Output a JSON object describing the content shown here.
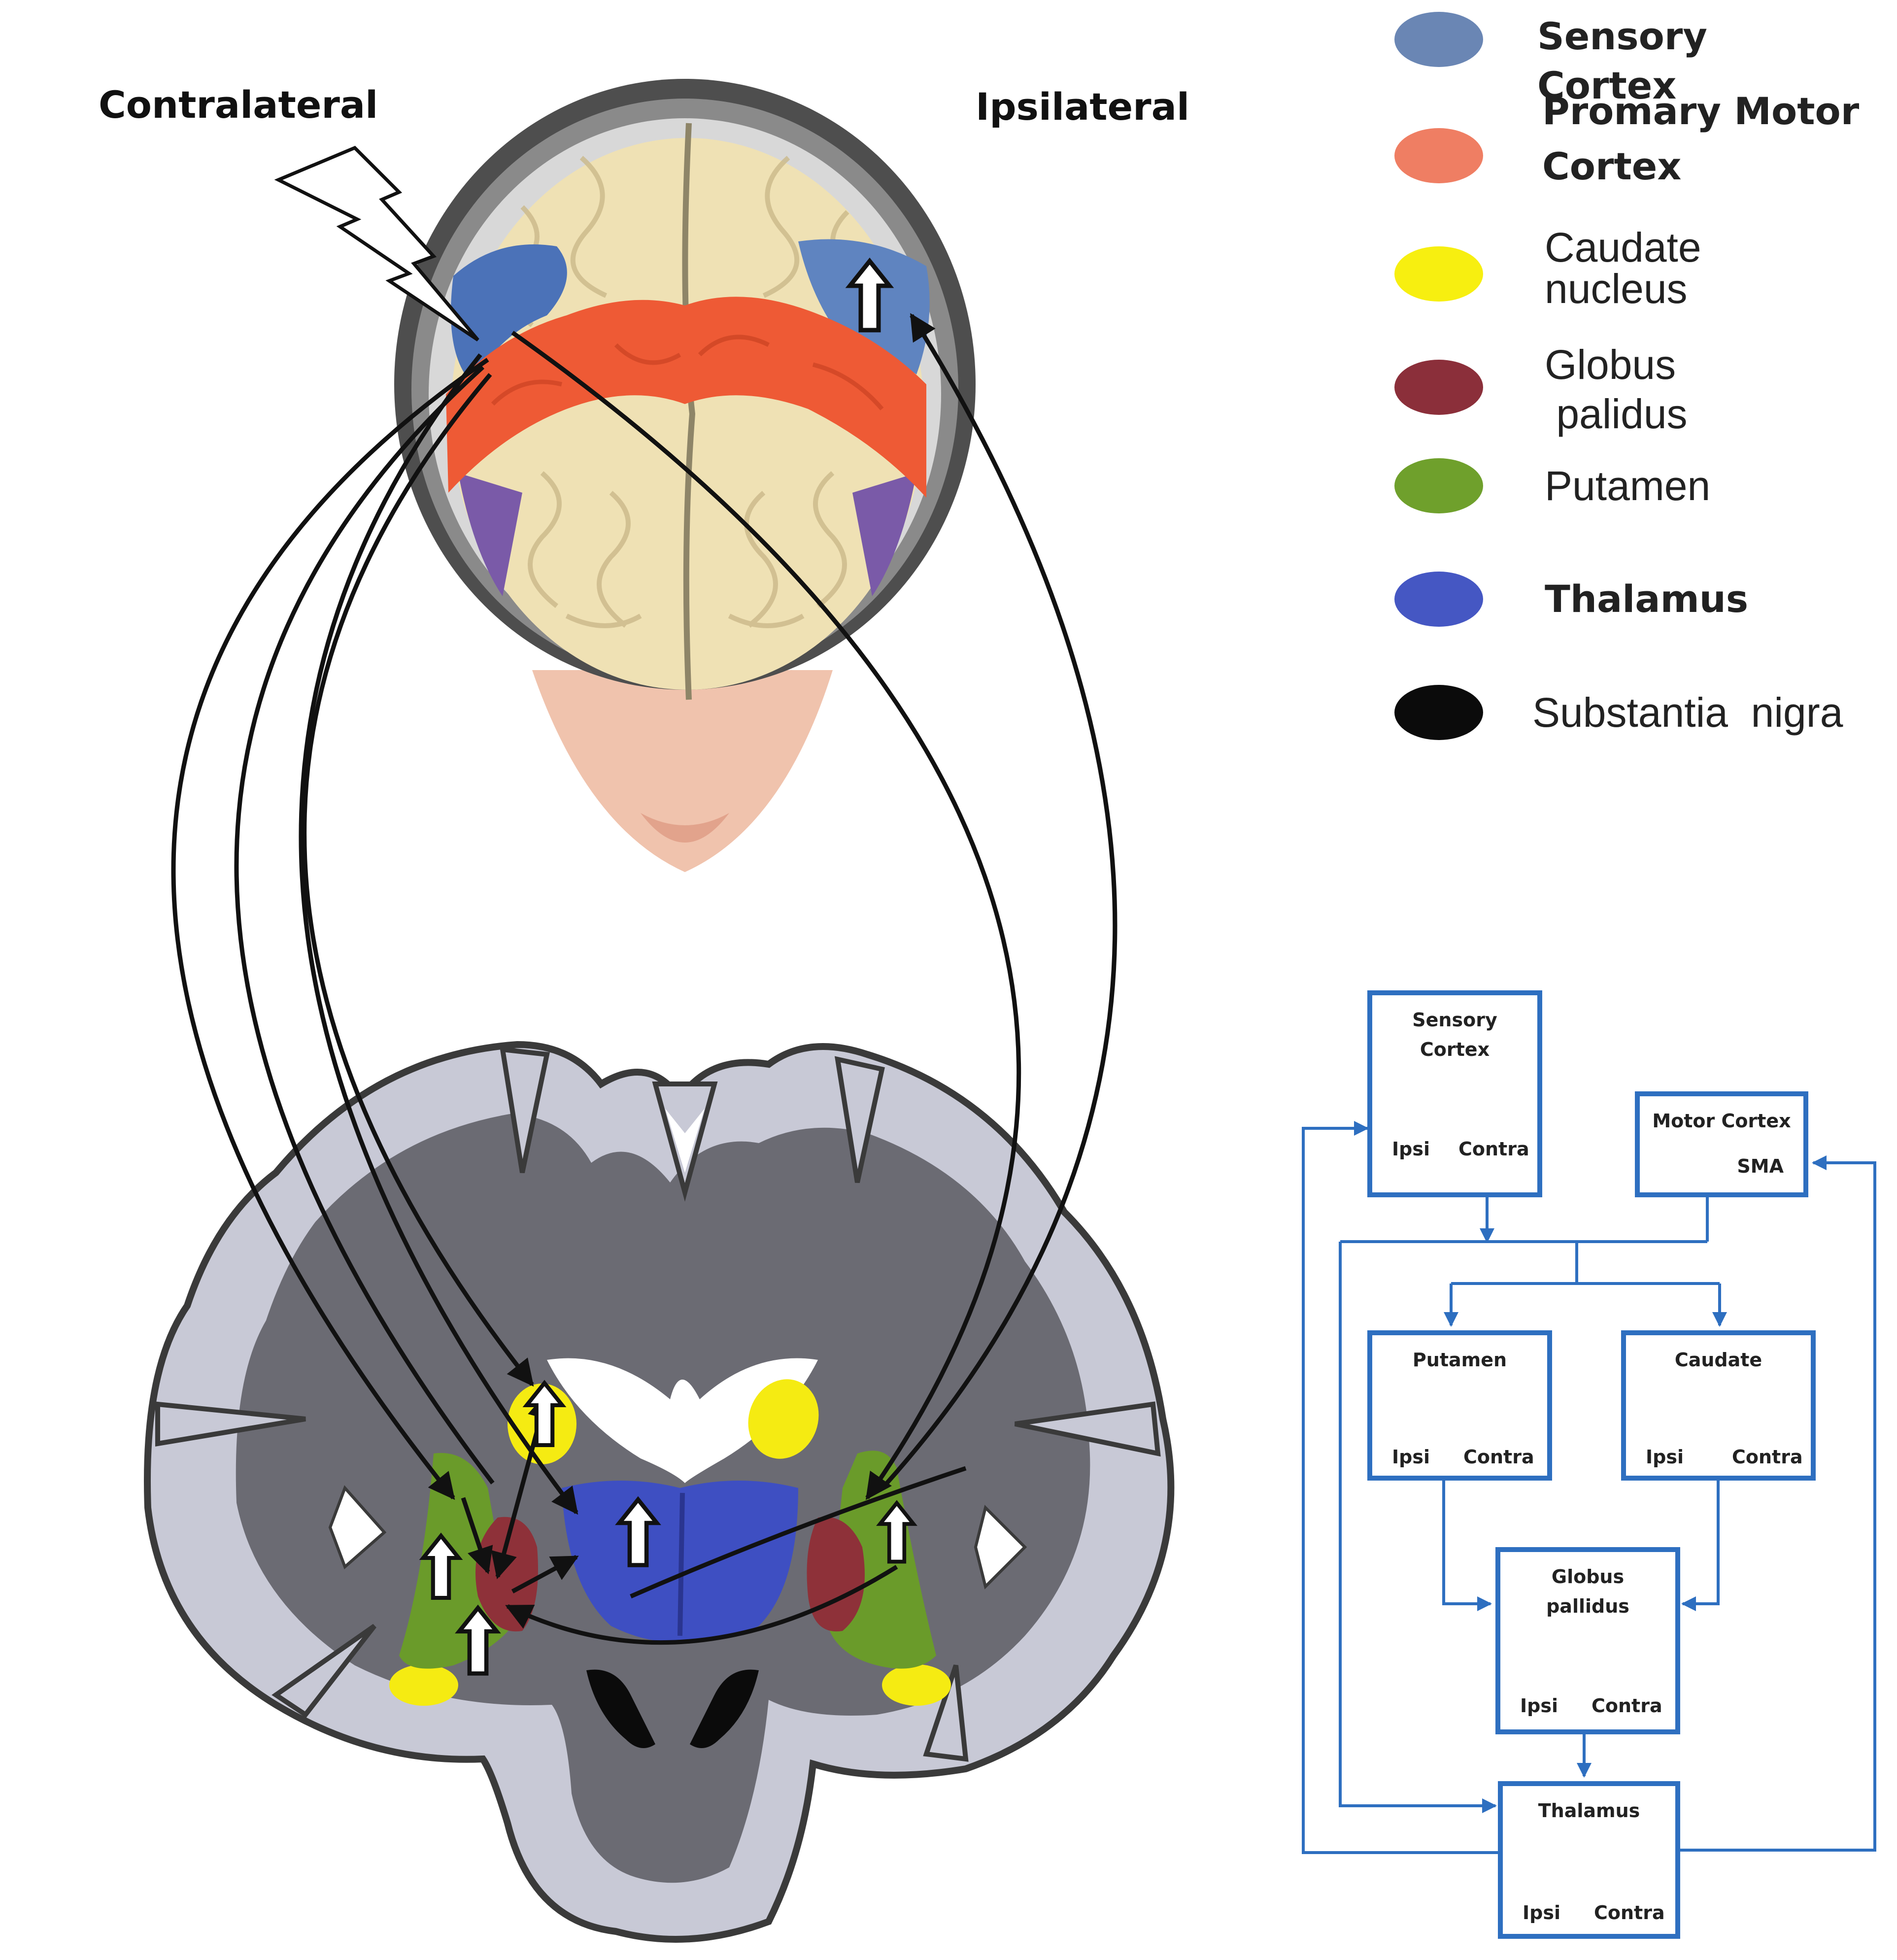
{
  "labels": {
    "contralateral": "Contralateral",
    "ipsilateral": "Ipsilateral"
  },
  "legend": [
    {
      "label": "Sensory Cortex",
      "color": "#6a86b4",
      "style": "bold"
    },
    {
      "label": "Promary Motor\nCortex",
      "color": "#ef7e63",
      "style": "bold"
    },
    {
      "label": "Caudate\nnucleus",
      "color": "#f7ef10",
      "style": "normal"
    },
    {
      "label": "Globus\n palidus",
      "color": "#8b2f3a",
      "style": "normal"
    },
    {
      "label": "Putamen",
      "color": "#6fa02c",
      "style": "normal"
    },
    {
      "label": "Thalamus",
      "color": "#4557c3",
      "style": "bold"
    },
    {
      "label": "Substantia  nigra",
      "color": "#0b0b0b",
      "style": "normal"
    }
  ],
  "flowchart": {
    "sensory": {
      "title": "Sensory\nCortex",
      "left": "Ipsi",
      "right": "Contra"
    },
    "motor": {
      "title": "Motor Cortex",
      "sub": "SMA"
    },
    "putamen": {
      "title": "Putamen",
      "left": "Ipsi",
      "right": "Contra"
    },
    "caudate": {
      "title": "Caudate",
      "left": "Ipsi",
      "right": "Contra"
    },
    "globus": {
      "title": "Globus\npallidus",
      "left": "Ipsi",
      "right": "Contra"
    },
    "thalamus": {
      "title": "Thalamus",
      "left": "Ipsi",
      "right": "Contra"
    }
  },
  "colors": {
    "flow_blue": "#2e6fc0",
    "gray_matter": "#c8c9d6",
    "white_matter": "#6b6b73",
    "cortex_beige": "#efe1b4",
    "thalamus": "#3e4fc2",
    "putamen": "#6a9b2a",
    "caudate": "#f5eb12",
    "globus": "#8e3139",
    "motor": "#ee5a35",
    "sensory": "#4b72b8"
  }
}
